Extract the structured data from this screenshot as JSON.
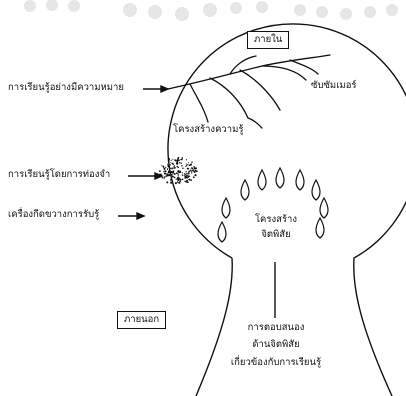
{
  "labels": {
    "inside": "ภายใน",
    "outside": "ภายนอก",
    "meaningful_learning": "การเรียนรู้อย่างมีความหมาย",
    "subsumer": "ซับซัมเมอร์",
    "knowledge_structure": "โครงสร้างความรู้",
    "rote_learning": "การเรียนรู้โดยการท่องจำ",
    "learning_barrier": "เครื่องกีดขวางการรับรู้",
    "affective_structure": [
      "โครงสร้าง",
      "จิตพิสัย"
    ],
    "affective_response": [
      "การตอบสนอง",
      "ด้านจิตพิสัย",
      "เกี่ยวข้องกับการเรียนรู้"
    ]
  }
}
